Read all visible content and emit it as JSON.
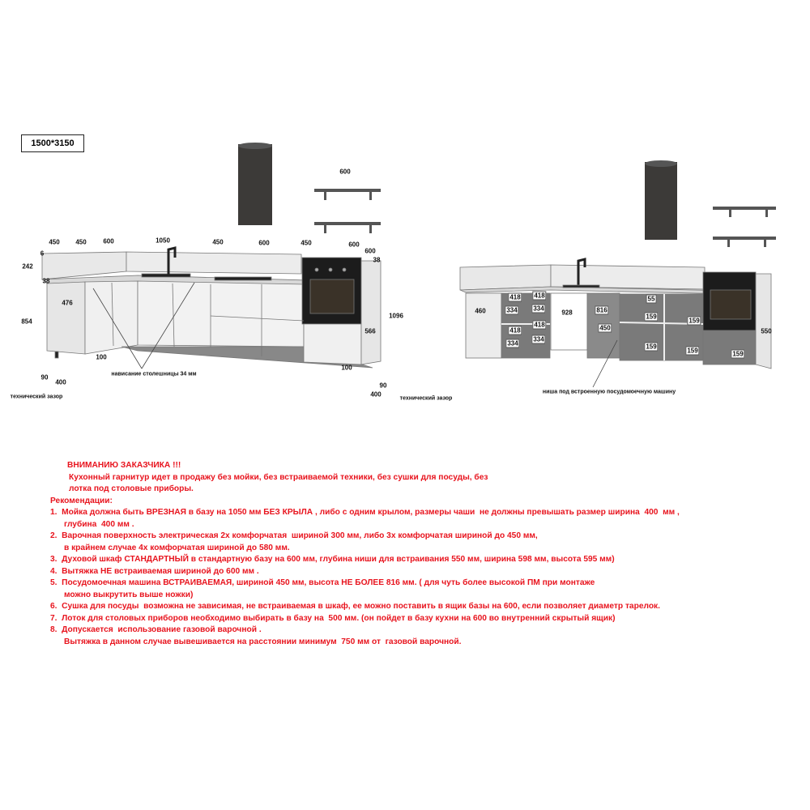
{
  "size_label": "1500*3150",
  "left_drawing": {
    "top_dims": [
      "450",
      "450",
      "600",
      "1050",
      "450",
      "600",
      "450",
      "600"
    ],
    "depth_top": "600",
    "gap_6": "6",
    "h_242": "242",
    "h_38_left": "38",
    "h_38_right": "38",
    "w_476": "476",
    "h_854": "854",
    "h_1096": "1096",
    "d_566": "566",
    "plinth_left": "100",
    "plinth_right": "100",
    "gap_90_left": "90",
    "d_400_left": "400",
    "gap_90_right": "90",
    "d_400_right": "400",
    "overhang_note": "нависание столешницы 34 мм",
    "tech_gap_left": "технический зазор",
    "tech_gap_right": "технический зазор",
    "shelf_width": "600"
  },
  "right_drawing": {
    "corner_dims": [
      "418",
      "418",
      "334",
      "334",
      "418",
      "418",
      "334",
      "334"
    ],
    "w_460": "460",
    "w_928": "928",
    "h_816": "816",
    "w_450": "450",
    "d_55": "55",
    "d_159": [
      "159",
      "159",
      "159",
      "159",
      "159"
    ],
    "d_550": "550",
    "niche_note": "ниша под встроенную посудомоечную машину"
  },
  "notes": {
    "attention": "ВНИМАНИЮ ЗАКАЗЧИКА !!!",
    "intro1": "Кухонный гарнитур идет в продажу без мойки, без встраиваемой техники, без сушки для посуды, без",
    "intro2": "лотка под столовые приборы.",
    "rec_title": "Рекомендации:",
    "items": [
      "1.  Мойка должна быть ВРЕЗНАЯ в базу на 1050 мм БЕЗ КРЫЛА , либо с одним крылом, размеры чаши  не должны превышать размер ширина  400  мм ,",
      "      глубина  400 мм .",
      "2.  Варочная поверхность электрическая 2х комфорчатая  шириной 300 мм, либо 3х комфорчатая шириной до 450 мм,",
      "      в крайнем случае 4х комфорчатая шириной до 580 мм.",
      "3.  Духовой шкаф СТАНДАРТНЫЙ в стандартную базу на 600 мм, глубина ниши для встраивания 550 мм, ширина 598 мм, высота 595 мм)",
      "4.  Вытяжка НЕ встраиваемая шириной до 600 мм .",
      "5.  Посудомоечная машина ВСТРАИВАЕМАЯ, шириной 450 мм, высота НЕ БОЛЕЕ 816 мм. ( для чуть более высокой ПМ при монтаже",
      "      можно выкрутить выше ножки)",
      "6.  Сушка для посуды  возможна не зависимая, не встраиваемая в шкаф, ее можно поставить в ящик базы на 600, если позволяет диаметр тарелок.",
      "7.  Лоток для столовых приборов необходимо выбирать в базу на  500 мм. (он пойдет в базу кухни на 600 во внутренний скрытый ящик)",
      "8.  Допускается  использование газовой варочной .",
      "      Вытяжка в данном случае вывешивается на расстоянии минимум  750 мм от  газовой варочной."
    ]
  }
}
